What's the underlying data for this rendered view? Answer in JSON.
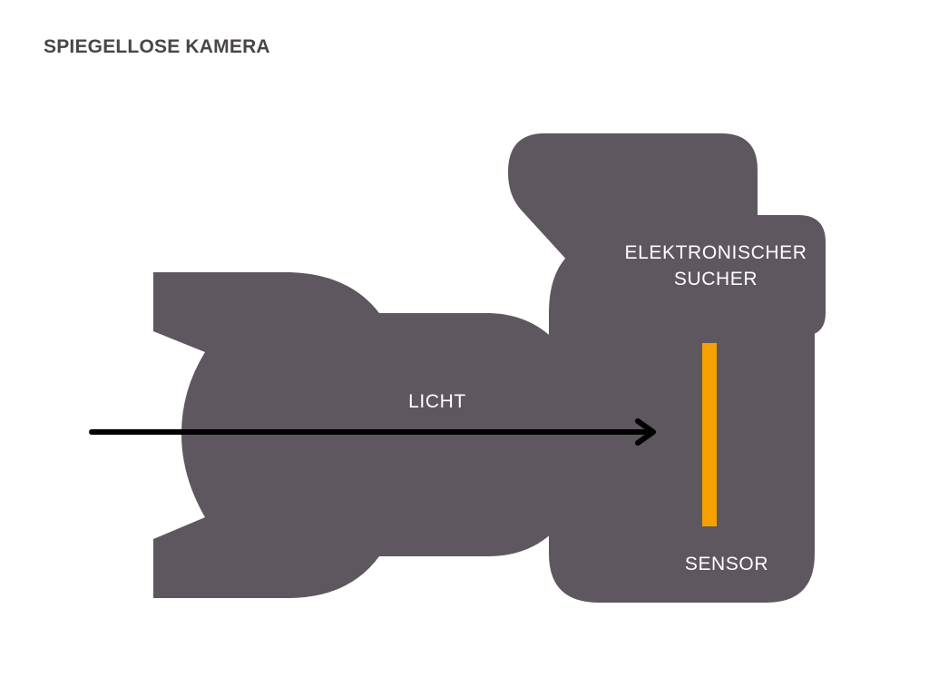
{
  "title": "SPIEGELLOSE KAMERA",
  "labels": {
    "light": "LICHT",
    "viewfinder_line1": "ELEKTRONISCHER",
    "viewfinder_line2": "SUCHER",
    "sensor": "SENSOR"
  },
  "colors": {
    "title": "#4a4548",
    "camera_body": "#5e575f",
    "sensor": "#f5a100",
    "light_arrow": "#000000",
    "label_text": "#ffffff",
    "background": "#ffffff"
  }
}
